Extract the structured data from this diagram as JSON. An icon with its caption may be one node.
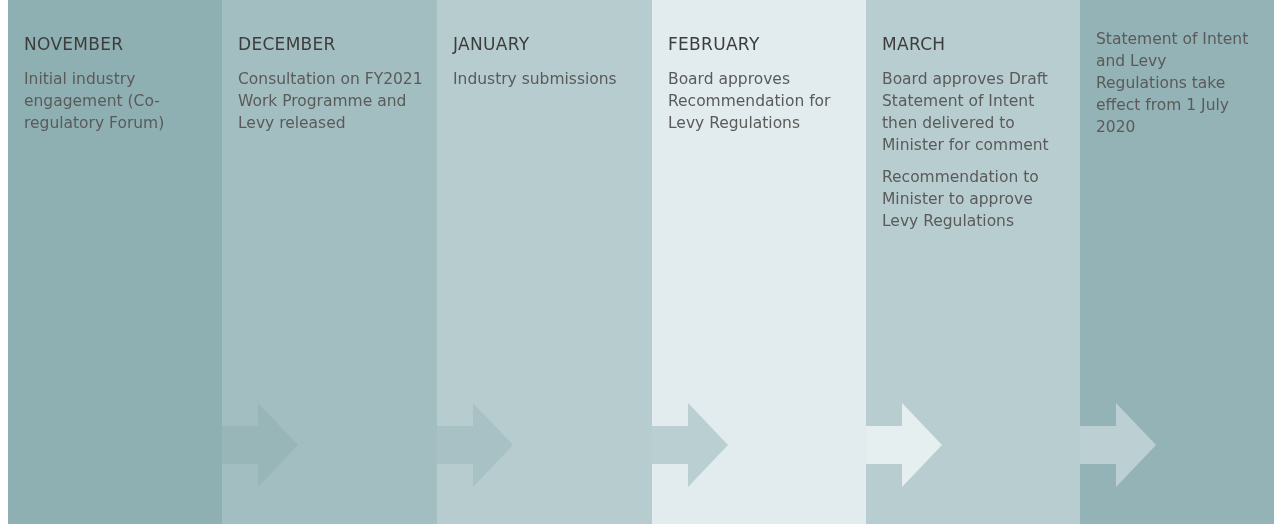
{
  "diagram": {
    "nodes": [
      {
        "text": [
          "NOVEMBER",
          "Initial industry engagement (Co-regulatory Forum)"
        ]
      },
      {
        "text": [
          "DECEMBER",
          "Consultation on FY2021 Work Programme and Levy released"
        ]
      },
      {
        "text": [
          "JANUARY",
          "Industry submissions"
        ]
      },
      {
        "text": [
          "FEBRUARY",
          "Board approves Recommendation for Levy Regulations"
        ]
      },
      {
        "text": [
          "MARCH",
          "Board approves Draft Statement of Intent then delivered to Minister for comment",
          "Recommendation to Minister to approve Levy Regulations"
        ]
      },
      {
        "text": [
          "Statement of Intent and Levy Regulations take effect from 1 July 2020"
        ]
      }
    ],
    "edges": [
      {
        "from": 0,
        "to": 1,
        "arrow": "to",
        "color": "#98b5b8"
      },
      {
        "from": 1,
        "to": 2,
        "arrow": "to",
        "color": "#a7c1c4"
      },
      {
        "from": 2,
        "to": 3,
        "arrow": "to",
        "color": "#bacfd2"
      },
      {
        "from": 3,
        "to": 4,
        "arrow": "to",
        "color": "#e6eff0"
      },
      {
        "from": 4,
        "to": 5,
        "arrow": "to",
        "color": "#bcd0d3"
      }
    ]
  }
}
